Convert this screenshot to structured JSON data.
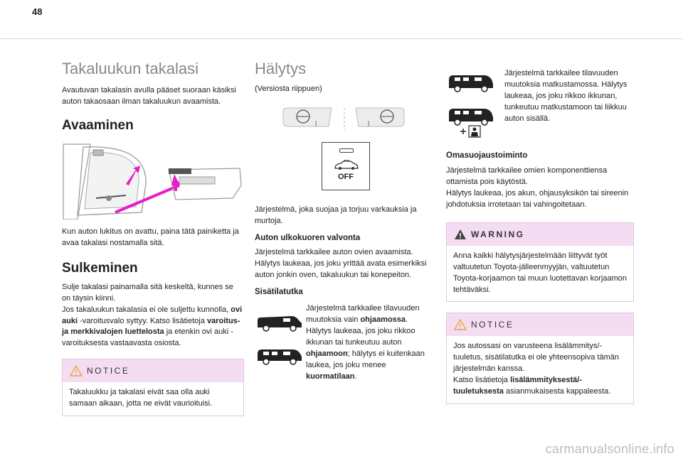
{
  "page_number": "48",
  "left": {
    "title": "Takaluukun takalasi",
    "intro": "Avautuvan takalasin avulla pääset suoraan käsiksi auton takaosaan ilman takaluukun avaamista.",
    "opening_heading": "Avaaminen",
    "opening_text": "Kun auton lukitus on avattu, paina tätä painiketta ja avaa takalasi nostamalla sitä.",
    "closing_heading": "Sulkeminen",
    "closing_p1": "Sulje takalasi painamalla sitä keskeltä, kunnes se on täysin kiinni.",
    "closing_p2_a": "Jos takaluukun takalasia ei ole suljettu kunnolla, ",
    "closing_p2_b": "ovi auki",
    "closing_p2_c": " -varoitusvalo syttyy. Katso lisätietoja ",
    "closing_p2_d": "varoitus- ja merkkivalojen luettelosta",
    "closing_p2_e": " ja etenkin ovi auki -varoituksesta vastaavasta osiosta.",
    "notice_label": "NOTICE",
    "notice_text": "Takaluukku ja takalasi eivät saa olla auki samaan aikaan, jotta ne eivät vaurioituisi."
  },
  "middle": {
    "title": "Hälytys",
    "subtitle": "(Versiosta riippuen)",
    "button_label": "OFF",
    "intro": "Järjestelmä, joka suojaa ja torjuu varkauksia ja murtoja.",
    "exterior_heading": "Auton ulkokuoren valvonta",
    "exterior_text": "Järjestelmä tarkkailee auton ovien avaamista. Hälytys laukeaa, jos joku yrittää avata esimerkiksi auton jonkin oven, takaluukun tai konepeiton.",
    "interior_heading": "Sisätilatutka",
    "interior_a": "Järjestelmä tarkkailee tilavuuden muutoksia vain ",
    "interior_b": "ohjaamossa",
    "interior_c": ". Hälytys laukeaa, jos joku rikkoo ikkunan tai tunkeutuu auton ",
    "interior_d": "ohjaamoon",
    "interior_e": "; hälytys ei kuitenkaan laukea, jos joku menee ",
    "interior_f": "kuormatilaan",
    "interior_g": "."
  },
  "right": {
    "passenger_text": "Järjestelmä tarkkailee tilavuuden muutoksia matkustamossa. Hälytys laukeaa, jos joku rikkoo ikkunan, tunkeutuu matkustamoon tai liikkuu auton sisällä.",
    "self_heading": "Omasuojaustoiminto",
    "self_p1": "Järjestelmä tarkkailee omien komponenttiensa ottamista pois käytöstä.",
    "self_p2": "Hälytys laukeaa, jos akun, ohjausyksikön tai sireenin johdotuksia irrotetaan tai vahingoitetaan.",
    "warning_label": "WARNING",
    "warning_text": "Anna kaikki hälytysjärjestelmään liittyvät työt valtuutetun Toyota-jälleenmyyjän, valtuutetun Toyota-korjaamon tai muun luotettavan korjaamon tehtäväksi.",
    "notice_label": "NOTICE",
    "notice_a": "Jos autossasi on varusteena lisälämmitys/-tuuletus, sisätilatutka ei ole yhteensopiva tämän järjestelmän kanssa.",
    "notice_b": "Katso lisätietoja ",
    "notice_c": "lisälämmityksestä/-tuuletuksesta",
    "notice_d": " asianmukaisesta kappaleesta."
  },
  "watermark": "carmanualsonline.info",
  "colors": {
    "accent": "#e61ec8",
    "box_bg": "#f4dcf2",
    "box_border": "#e3c6e3",
    "title_gray": "#888888"
  }
}
